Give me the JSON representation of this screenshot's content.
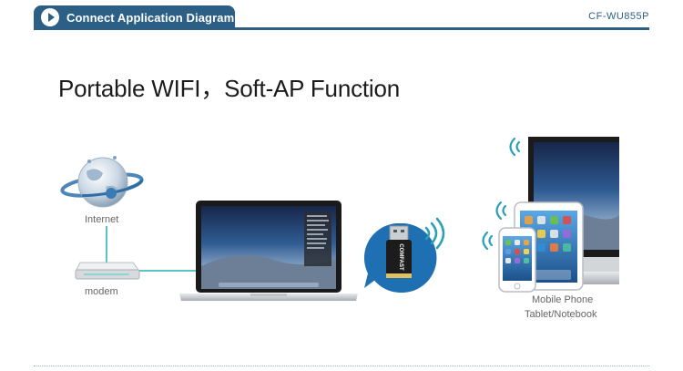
{
  "header": {
    "title": "Connect Application Diagram",
    "model": "CF-WU855P",
    "icon": "play-icon"
  },
  "main_title": "Portable WIFI，Soft-AP Function",
  "labels": {
    "internet": "Internet",
    "modem": "modem",
    "mobile": "Mobile Phone",
    "tablet": "Tablet/Notebook"
  },
  "adapter_brand": "COMFAST",
  "colors": {
    "header": "#2b5f86",
    "connector": "#5bc5c5",
    "bubble": "#1f6fb3",
    "wifi": "#2a9fb5"
  }
}
